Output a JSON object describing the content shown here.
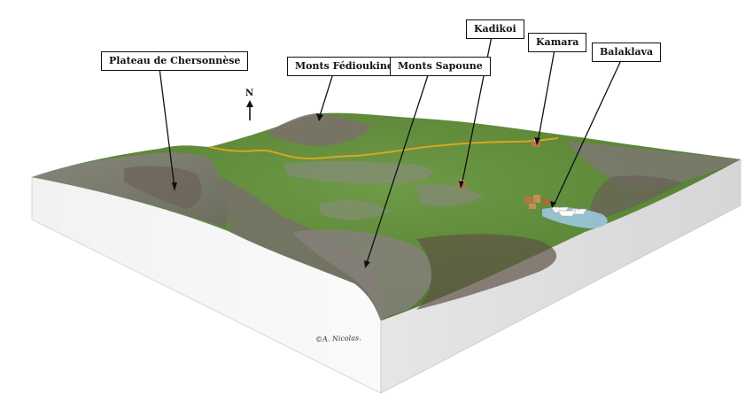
{
  "labels": {
    "plateau": "Plateau de Chersonnèse",
    "fedioukine": "Monts Fédioukine",
    "sapoune": "Monts Sapoune",
    "kadikoi": "Kadikoi",
    "kamara": "Kamara",
    "balaklava": "Balaklava"
  },
  "compass": {
    "letter": "N"
  },
  "credit": "©A. Nicolas.",
  "colors": {
    "grass": "#5f8a3c",
    "rock": "#7d7b78",
    "base_front": "#f4f4f4",
    "base_side": "#e2e2e2",
    "road": "#d9a521",
    "water": "#9cc7e0"
  }
}
